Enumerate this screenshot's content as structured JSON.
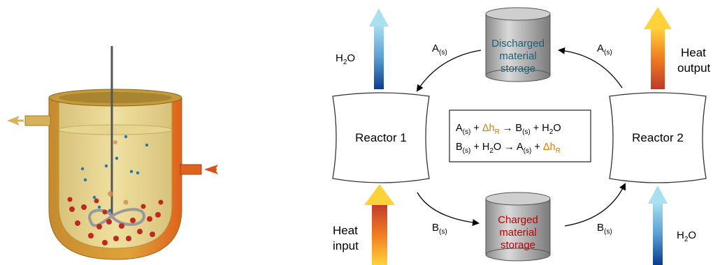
{
  "reactor1": {
    "label": "Reactor 1"
  },
  "reactor2": {
    "label": "Reactor 2"
  },
  "discharged": {
    "line1": "Discharged",
    "line2": "material",
    "line3": "storage",
    "color": "#1f5f73"
  },
  "charged": {
    "line1": "Charged",
    "line2": "material",
    "line3": "storage",
    "color": "#c00000"
  },
  "flows": {
    "a_top_left": {
      "main": "A",
      "sub": "(s)"
    },
    "a_top_right": {
      "main": "A",
      "sub": "(s)"
    },
    "b_bottom_left": {
      "main": "B",
      "sub": "(s)"
    },
    "b_bottom_right": {
      "main": "B",
      "sub": "(s)"
    }
  },
  "water_left": {
    "h": "H",
    "sub": "2",
    "o": "O"
  },
  "water_right": {
    "h": "H",
    "sub": "2",
    "o": "O"
  },
  "heat_input": {
    "line1": "Heat",
    "line2": "input"
  },
  "heat_output": {
    "line1": "Heat",
    "line2": "output"
  },
  "equation1": {
    "a": "A",
    "a_sub": "(s)",
    "plus1": " + ",
    "dh": "Δh",
    "dh_sub": "R",
    "arrow": " → ",
    "b": "B",
    "b_sub": "(s)",
    "plus2": " + H",
    "h2o_sub": "2",
    "o": "O"
  },
  "equation2": {
    "b": "B",
    "b_sub": "(s)",
    "plus1": " + H",
    "h2o_sub": "2",
    "o": "O",
    "arrow": " → ",
    "a": "A",
    "a_sub": "(s)",
    "plus2": " + ",
    "dh": "Δh",
    "dh_sub": "R"
  },
  "colors": {
    "enthalpy": "#e07a00",
    "vessel": "#d4a642",
    "heating": "#d9531e",
    "particle_red": "#c0281e",
    "particle_blue": "#1e78b4"
  }
}
